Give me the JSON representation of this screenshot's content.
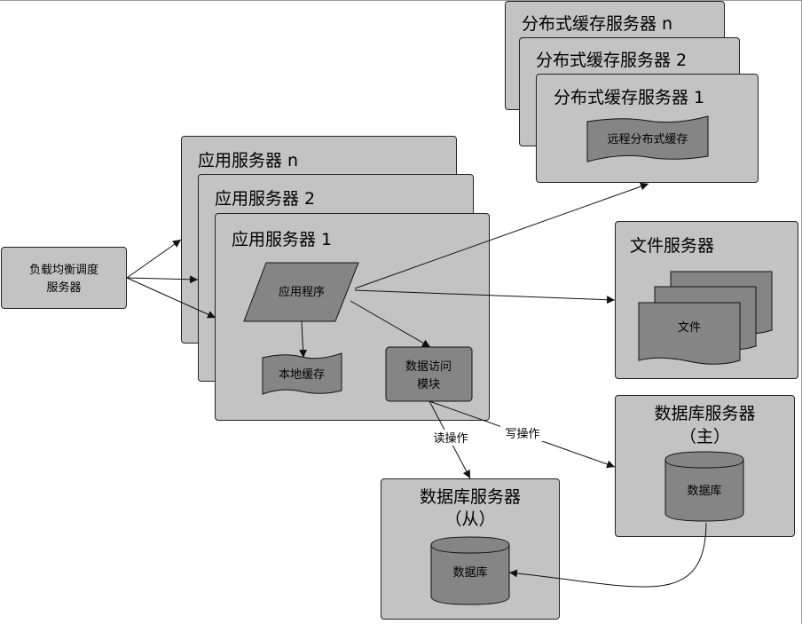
{
  "colors": {
    "box": "#c3c3c3",
    "shape": "#858585",
    "line": "#111111",
    "canvas": "#ffffff"
  },
  "load_balancer": {
    "line1": "负载均衡调度",
    "line2": "服务器"
  },
  "cache_servers": {
    "n": "分布式缓存服务器 n",
    "s2": "分布式缓存服务器 2",
    "s1": "分布式缓存服务器 1",
    "remote_cache": "远程分布式缓存"
  },
  "app_servers": {
    "n": "应用服务器 n",
    "s2": "应用服务器 2",
    "s1": "应用服务器 1",
    "app": "应用程序",
    "local_cache": "本地缓存",
    "dal_line1": "数据访问",
    "dal_line2": "模块"
  },
  "file_server": {
    "title": "文件服务器",
    "file": "文件"
  },
  "db_master": {
    "title": "数据库服务器",
    "sub": "（主）",
    "db": "数据库"
  },
  "db_slave": {
    "title": "数据库服务器",
    "sub": "（从）",
    "db": "数据库"
  },
  "edges": {
    "read": "读操作",
    "write": "写操作"
  }
}
